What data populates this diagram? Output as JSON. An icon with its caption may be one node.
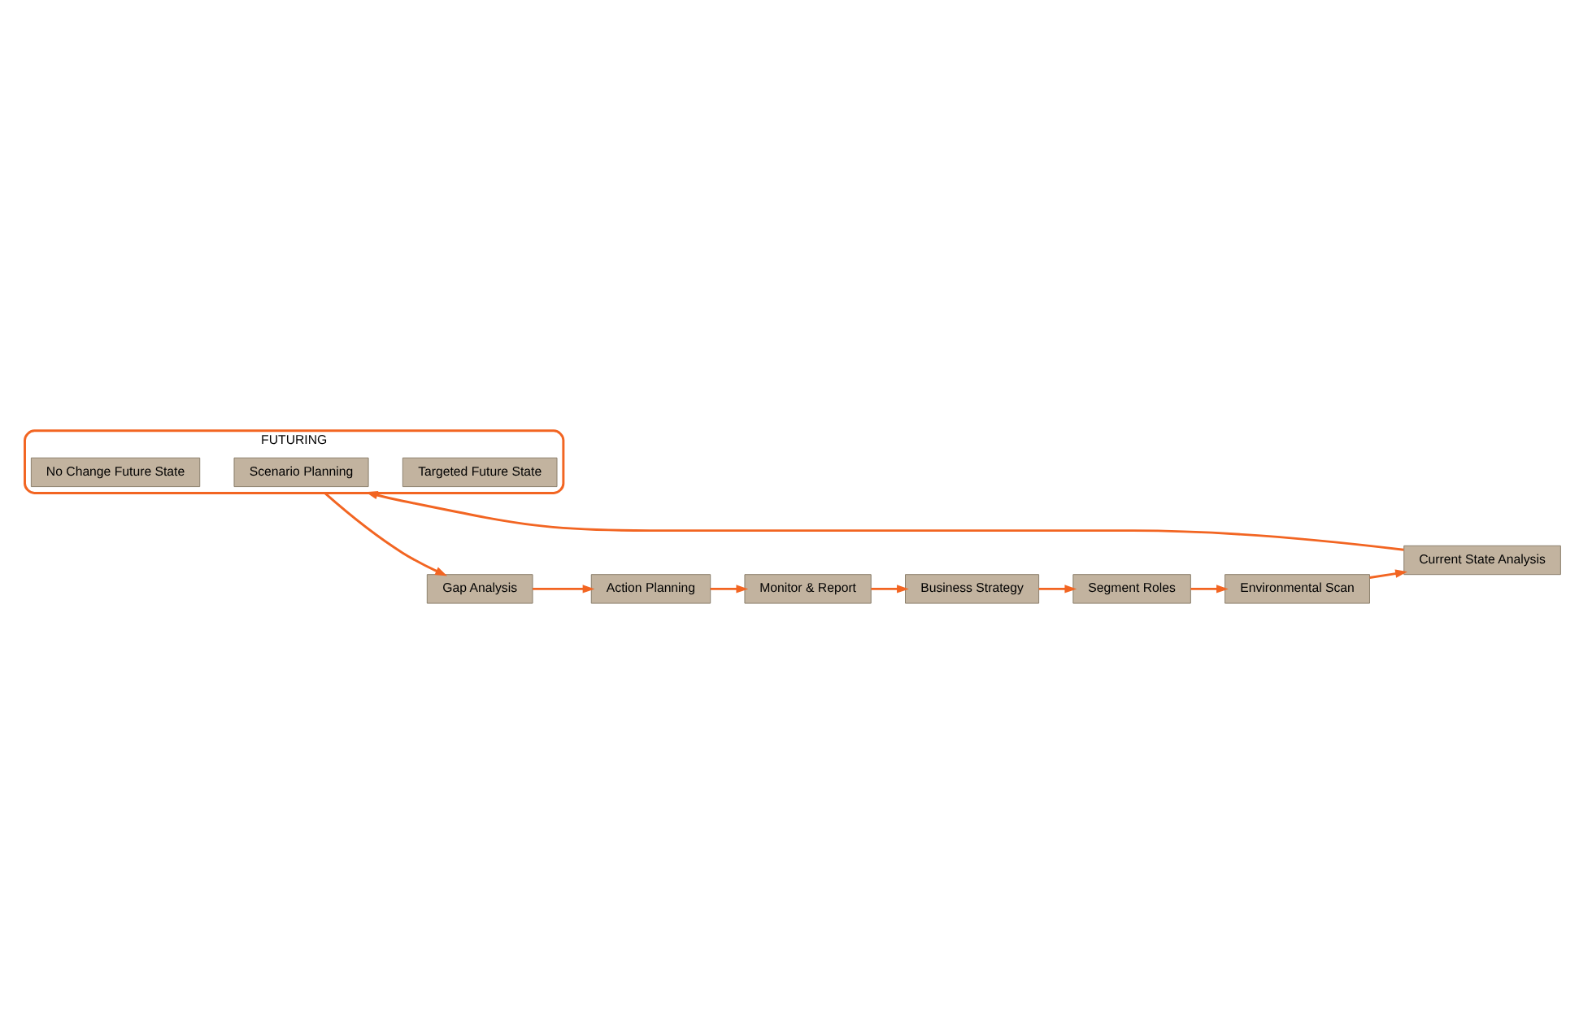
{
  "diagram": {
    "nodes": [
      {
        "text": [
          "Business Strategy"
        ]
      },
      {
        "text": [
          "Segment Roles"
        ]
      },
      {
        "text": [
          "Environmental Scan"
        ]
      },
      {
        "text": [
          "Current State Analysis"
        ]
      },
      {
        "text": [
          "FUTURING"
        ]
      },
      {
        "text": [
          "No Change Future State"
        ],
        "in": 4
      },
      {
        "text": [
          "Scenario Planning"
        ],
        "in": 4
      },
      {
        "text": [
          "Targeted Future State"
        ],
        "in": 4
      },
      {
        "text": [
          "Gap Analysis"
        ]
      },
      {
        "text": [
          "Action Planning"
        ]
      },
      {
        "text": [
          "Monitor & Report"
        ]
      }
    ],
    "edges": [
      {
        "from": 0,
        "to": 1,
        "arrow": "to"
      },
      {
        "from": 1,
        "to": 2,
        "arrow": "to"
      },
      {
        "from": 2,
        "to": 3,
        "arrow": "to"
      },
      {
        "from": 3,
        "to": 4,
        "arrow": "to"
      },
      {
        "from": 4,
        "to": 8,
        "arrow": "to"
      },
      {
        "from": 8,
        "to": 9,
        "arrow": "to"
      },
      {
        "from": 9,
        "to": 10,
        "arrow": "to"
      },
      {
        "from": 10,
        "to": 0,
        "arrow": "to"
      }
    ]
  }
}
